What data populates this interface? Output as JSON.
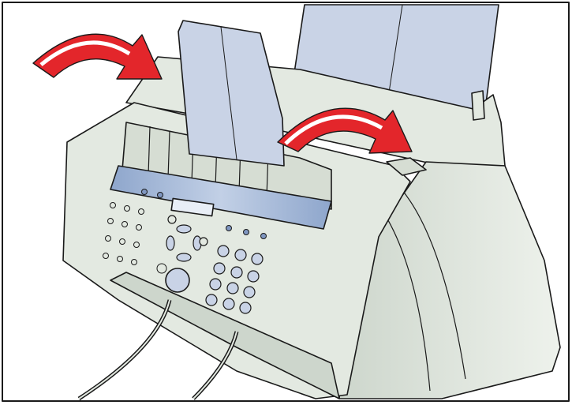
{
  "illustration": {
    "subject": "fax-machine",
    "colors": {
      "body": "#e3e9e1",
      "body_shade": "#cdd6cc",
      "paper_support": "#c9d3e6",
      "control_panel": "#9fb3d3",
      "arrow": "#e3262b",
      "outline": "#1a1a1a",
      "background": "#ffffff"
    },
    "icons": [
      "rotate-arrow-left",
      "rotate-arrow-right",
      "keypad-buttons",
      "navigation-cross",
      "lcd-display"
    ],
    "keypad_button_count": 12,
    "one_touch_button_count": 12
  }
}
